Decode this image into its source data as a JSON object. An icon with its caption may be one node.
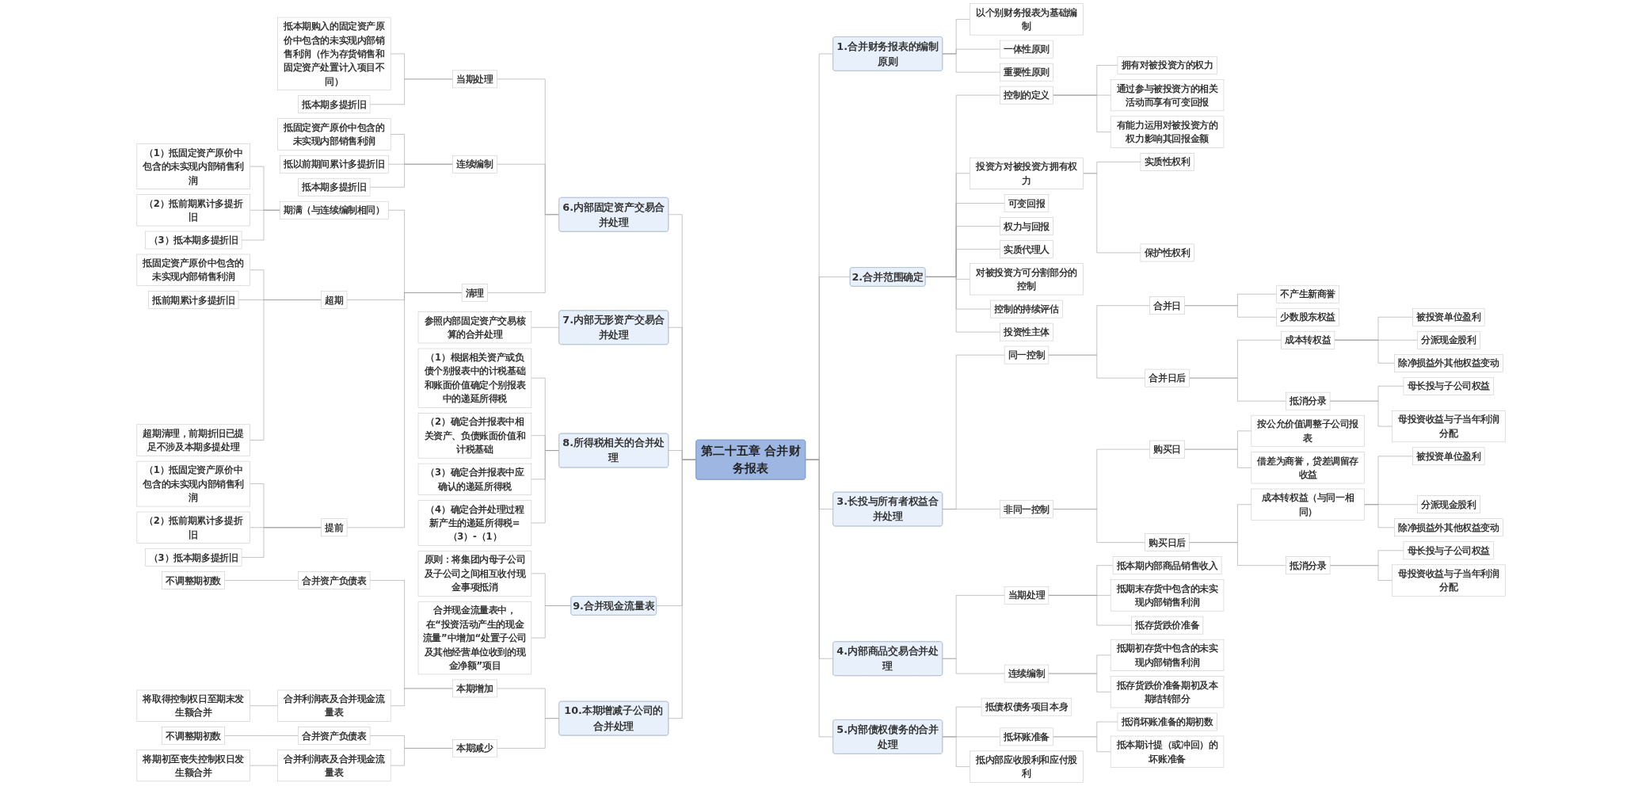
{
  "diagram": {
    "nodes": [
      {
        "text": [
          "第二十五章 合并财务报表"
        ]
      },
      {
        "text": [
          "1.合并财务报表的编制原则"
        ]
      },
      {
        "text": [
          "以个别财务报表为基础编制"
        ]
      },
      {
        "text": [
          "一体性原则"
        ]
      },
      {
        "text": [
          "重要性原则"
        ]
      },
      {
        "text": [
          "2.合并范围确定"
        ]
      },
      {
        "text": [
          "控制的定义"
        ]
      },
      {
        "text": [
          "拥有对被投资方的权力"
        ]
      },
      {
        "text": [
          "通过参与被投资方的相关活动而享有可变回报"
        ]
      },
      {
        "text": [
          "有能力运用对被投资方的权力影响其回报金额"
        ]
      },
      {
        "text": [
          "投资方对被投资方拥有权力"
        ]
      },
      {
        "text": [
          "实质性权利"
        ]
      },
      {
        "text": [
          "保护性权利"
        ]
      },
      {
        "text": [
          "可变回报"
        ]
      },
      {
        "text": [
          "权力与回报"
        ]
      },
      {
        "text": [
          "实质代理人"
        ]
      },
      {
        "text": [
          "对被投资方可分割部分的控制"
        ]
      },
      {
        "text": [
          "控制的持续评估"
        ]
      },
      {
        "text": [
          "投资性主体"
        ]
      },
      {
        "text": [
          "3.长投与所有者权益合并处理"
        ]
      },
      {
        "text": [
          "同一控制"
        ]
      },
      {
        "text": [
          "合并日"
        ]
      },
      {
        "text": [
          "不产生新商誉"
        ]
      },
      {
        "text": [
          "少数股东权益"
        ]
      },
      {
        "text": [
          "合并日后"
        ]
      },
      {
        "text": [
          "成本转权益"
        ]
      },
      {
        "text": [
          "被投资单位盈利"
        ]
      },
      {
        "text": [
          "分派现金股利"
        ]
      },
      {
        "text": [
          "除净损益外其他权益变动"
        ]
      },
      {
        "text": [
          "抵消分录"
        ]
      },
      {
        "text": [
          "母长投与子公司权益"
        ]
      },
      {
        "text": [
          "母投资收益与子当年利润分配"
        ]
      },
      {
        "text": [
          "非同一控制"
        ]
      },
      {
        "text": [
          "购买日"
        ]
      },
      {
        "text": [
          "按公允价值调整子公司报表"
        ]
      },
      {
        "text": [
          "借差为商誉，贷差调留存收益"
        ]
      },
      {
        "text": [
          "购买日后"
        ]
      },
      {
        "text": [
          "成本转权益（与同一相同）"
        ]
      },
      {
        "text": [
          "被投资单位盈利"
        ]
      },
      {
        "text": [
          "分派现金股利"
        ]
      },
      {
        "text": [
          "除净损益外其他权益变动"
        ]
      },
      {
        "text": [
          "抵消分录"
        ]
      },
      {
        "text": [
          "母长投与子公司权益"
        ]
      },
      {
        "text": [
          "母投资收益与子当年利润分配"
        ]
      },
      {
        "text": [
          "4.内部商品交易合并处理"
        ]
      },
      {
        "text": [
          "当期处理"
        ]
      },
      {
        "text": [
          "抵本期内部商品销售收入"
        ]
      },
      {
        "text": [
          "抵期末存货中包含的未实现内部销售利润"
        ]
      },
      {
        "text": [
          "抵存货跌价准备"
        ]
      },
      {
        "text": [
          "连续编制"
        ]
      },
      {
        "text": [
          "抵期初存货中包含的未实现内部销售利润"
        ]
      },
      {
        "text": [
          "抵存货跌价准备期初及本期结转部分"
        ]
      },
      {
        "text": [
          "5.内部债权债务的合并处理"
        ]
      },
      {
        "text": [
          "抵债权债务项目本身"
        ]
      },
      {
        "text": [
          "抵坏账准备"
        ]
      },
      {
        "text": [
          "抵消坏账准备的期初数"
        ]
      },
      {
        "text": [
          "抵本期计提（或冲回）的坏账准备"
        ]
      },
      {
        "text": [
          "抵内部应收股利和应付股利"
        ]
      },
      {
        "text": [
          "6.内部固定资产交易合并处理"
        ]
      },
      {
        "text": [
          "当期处理"
        ]
      },
      {
        "text": [
          "抵本期购入的固定资产原价中包含的未实现内部销售利润（作为存货销售和固定资产处置计入项目不同）"
        ]
      },
      {
        "text": [
          "抵本期多提折旧"
        ]
      },
      {
        "text": [
          "连续编制"
        ]
      },
      {
        "text": [
          "抵固定资产原价中包含的未实现内部销售利润"
        ]
      },
      {
        "text": [
          "抵以前期间累计多提折旧"
        ]
      },
      {
        "text": [
          "抵本期多提折旧"
        ]
      },
      {
        "text": [
          "清理"
        ]
      },
      {
        "text": [
          "期满（与连续编制相同）"
        ]
      },
      {
        "text": [
          "（1）抵固定资产原价中包含的未实现内部销售利润"
        ]
      },
      {
        "text": [
          "（2）抵前期累计多提折旧"
        ]
      },
      {
        "text": [
          "（3）抵本期多提折旧"
        ]
      },
      {
        "text": [
          "超期"
        ]
      },
      {
        "text": [
          "抵固定资产原价中包含的未实现内部销售利润"
        ]
      },
      {
        "text": [
          "抵前期累计多提折旧"
        ]
      },
      {
        "text": [
          "超期清理，前期折旧已提足不涉及本期多提处理"
        ]
      },
      {
        "text": [
          "提前"
        ]
      },
      {
        "text": [
          "（1）抵固定资产原价中包含的未实现内部销售利润"
        ]
      },
      {
        "text": [
          "（2）抵前期累计多提折旧"
        ]
      },
      {
        "text": [
          "（3）抵本期多提折旧"
        ]
      },
      {
        "text": [
          "7.内部无形资产交易合并处理"
        ]
      },
      {
        "text": [
          "参照内部固定资产交易核算的合并处理"
        ]
      },
      {
        "text": [
          "8.所得税相关的合并处理"
        ]
      },
      {
        "text": [
          "（1）根据相关资产或负债个别报表中的计税基础和账面价值确定个别报表中的递延所得税"
        ]
      },
      {
        "text": [
          "（2）确定合并报表中相关资产、负债账面价值和计税基础"
        ]
      },
      {
        "text": [
          "（3）确定合并报表中应确认的递延所得税"
        ]
      },
      {
        "text": [
          "（4）确定合并处理过程新产生的递延所得税=（3）-（1）"
        ]
      },
      {
        "text": [
          "9.合并现金流量表"
        ]
      },
      {
        "text": [
          "原则：将集团内母子公司及子公司之间相互收付现金事项抵消"
        ]
      },
      {
        "text": [
          "合并现金流量表中，在“投资活动产生的现金流量”中增加“处置子公司及其他经营单位收到的现金净额”项目"
        ]
      },
      {
        "text": [
          "10.本期增减子公司的合并处理"
        ]
      },
      {
        "text": [
          "本期增加"
        ]
      },
      {
        "text": [
          "合并资产负债表"
        ]
      },
      {
        "text": [
          "不调整期初数"
        ]
      },
      {
        "text": [
          "合并利润表及合并现金流量表"
        ]
      },
      {
        "text": [
          "将取得控制权日至期末发生额合并"
        ]
      },
      {
        "text": [
          "本期减少"
        ]
      },
      {
        "text": [
          "合并资产负债表"
        ]
      },
      {
        "text": [
          "不调整期初数"
        ]
      },
      {
        "text": [
          "合并利润表及合并现金流量表"
        ]
      },
      {
        "text": [
          "将期初至丧失控制权日发生额合并"
        ]
      }
    ],
    "edges": [
      {
        "from": 0,
        "to": 1,
        "arrow": "none"
      },
      {
        "from": 1,
        "to": 2,
        "arrow": "none"
      },
      {
        "from": 1,
        "to": 3,
        "arrow": "none"
      },
      {
        "from": 1,
        "to": 4,
        "arrow": "none"
      },
      {
        "from": 0,
        "to": 5,
        "arrow": "none"
      },
      {
        "from": 5,
        "to": 6,
        "arrow": "none"
      },
      {
        "from": 6,
        "to": 7,
        "arrow": "none"
      },
      {
        "from": 6,
        "to": 8,
        "arrow": "none"
      },
      {
        "from": 6,
        "to": 9,
        "arrow": "none"
      },
      {
        "from": 5,
        "to": 10,
        "arrow": "none"
      },
      {
        "from": 10,
        "to": 11,
        "arrow": "none"
      },
      {
        "from": 10,
        "to": 12,
        "arrow": "none"
      },
      {
        "from": 5,
        "to": 13,
        "arrow": "none"
      },
      {
        "from": 5,
        "to": 14,
        "arrow": "none"
      },
      {
        "from": 5,
        "to": 15,
        "arrow": "none"
      },
      {
        "from": 5,
        "to": 16,
        "arrow": "none"
      },
      {
        "from": 5,
        "to": 17,
        "arrow": "none"
      },
      {
        "from": 5,
        "to": 18,
        "arrow": "none"
      },
      {
        "from": 0,
        "to": 19,
        "arrow": "none"
      },
      {
        "from": 19,
        "to": 20,
        "arrow": "none"
      },
      {
        "from": 20,
        "to": 21,
        "arrow": "none"
      },
      {
        "from": 21,
        "to": 22,
        "arrow": "none"
      },
      {
        "from": 21,
        "to": 23,
        "arrow": "none"
      },
      {
        "from": 20,
        "to": 24,
        "arrow": "none"
      },
      {
        "from": 24,
        "to": 25,
        "arrow": "none"
      },
      {
        "from": 25,
        "to": 26,
        "arrow": "none"
      },
      {
        "from": 25,
        "to": 27,
        "arrow": "none"
      },
      {
        "from": 25,
        "to": 28,
        "arrow": "none"
      },
      {
        "from": 24,
        "to": 29,
        "arrow": "none"
      },
      {
        "from": 29,
        "to": 30,
        "arrow": "none"
      },
      {
        "from": 29,
        "to": 31,
        "arrow": "none"
      },
      {
        "from": 19,
        "to": 32,
        "arrow": "none"
      },
      {
        "from": 32,
        "to": 33,
        "arrow": "none"
      },
      {
        "from": 33,
        "to": 34,
        "arrow": "none"
      },
      {
        "from": 33,
        "to": 35,
        "arrow": "none"
      },
      {
        "from": 32,
        "to": 36,
        "arrow": "none"
      },
      {
        "from": 36,
        "to": 37,
        "arrow": "none"
      },
      {
        "from": 37,
        "to": 38,
        "arrow": "none"
      },
      {
        "from": 37,
        "to": 39,
        "arrow": "none"
      },
      {
        "from": 37,
        "to": 40,
        "arrow": "none"
      },
      {
        "from": 36,
        "to": 41,
        "arrow": "none"
      },
      {
        "from": 41,
        "to": 42,
        "arrow": "none"
      },
      {
        "from": 41,
        "to": 43,
        "arrow": "none"
      },
      {
        "from": 0,
        "to": 44,
        "arrow": "none"
      },
      {
        "from": 44,
        "to": 45,
        "arrow": "none"
      },
      {
        "from": 45,
        "to": 46,
        "arrow": "none"
      },
      {
        "from": 45,
        "to": 47,
        "arrow": "none"
      },
      {
        "from": 45,
        "to": 48,
        "arrow": "none"
      },
      {
        "from": 44,
        "to": 49,
        "arrow": "none"
      },
      {
        "from": 49,
        "to": 50,
        "arrow": "none"
      },
      {
        "from": 49,
        "to": 51,
        "arrow": "none"
      },
      {
        "from": 0,
        "to": 52,
        "arrow": "none"
      },
      {
        "from": 52,
        "to": 53,
        "arrow": "none"
      },
      {
        "from": 52,
        "to": 54,
        "arrow": "none"
      },
      {
        "from": 54,
        "to": 55,
        "arrow": "none"
      },
      {
        "from": 54,
        "to": 56,
        "arrow": "none"
      },
      {
        "from": 52,
        "to": 57,
        "arrow": "none"
      },
      {
        "from": 58,
        "to": 0,
        "arrow": "none"
      },
      {
        "from": 59,
        "to": 58,
        "arrow": "none"
      },
      {
        "from": 60,
        "to": 59,
        "arrow": "none"
      },
      {
        "from": 61,
        "to": 59,
        "arrow": "none"
      },
      {
        "from": 62,
        "to": 58,
        "arrow": "none"
      },
      {
        "from": 63,
        "to": 62,
        "arrow": "none"
      },
      {
        "from": 64,
        "to": 62,
        "arrow": "none"
      },
      {
        "from": 65,
        "to": 62,
        "arrow": "none"
      },
      {
        "from": 66,
        "to": 58,
        "arrow": "none"
      },
      {
        "from": 67,
        "to": 66,
        "arrow": "none"
      },
      {
        "from": 68,
        "to": 67,
        "arrow": "none"
      },
      {
        "from": 69,
        "to": 67,
        "arrow": "none"
      },
      {
        "from": 70,
        "to": 67,
        "arrow": "none"
      },
      {
        "from": 71,
        "to": 66,
        "arrow": "none"
      },
      {
        "from": 72,
        "to": 71,
        "arrow": "none"
      },
      {
        "from": 73,
        "to": 71,
        "arrow": "none"
      },
      {
        "from": 74,
        "to": 71,
        "arrow": "none"
      },
      {
        "from": 75,
        "to": 66,
        "arrow": "none"
      },
      {
        "from": 76,
        "to": 75,
        "arrow": "none"
      },
      {
        "from": 77,
        "to": 75,
        "arrow": "none"
      },
      {
        "from": 78,
        "to": 75,
        "arrow": "none"
      },
      {
        "from": 79,
        "to": 0,
        "arrow": "none"
      },
      {
        "from": 80,
        "to": 79,
        "arrow": "none"
      },
      {
        "from": 81,
        "to": 0,
        "arrow": "none"
      },
      {
        "from": 82,
        "to": 81,
        "arrow": "none"
      },
      {
        "from": 83,
        "to": 81,
        "arrow": "none"
      },
      {
        "from": 84,
        "to": 81,
        "arrow": "none"
      },
      {
        "from": 85,
        "to": 81,
        "arrow": "none"
      },
      {
        "from": 86,
        "to": 0,
        "arrow": "none"
      },
      {
        "from": 87,
        "to": 86,
        "arrow": "none"
      },
      {
        "from": 88,
        "to": 86,
        "arrow": "none"
      },
      {
        "from": 89,
        "to": 0,
        "arrow": "none"
      },
      {
        "from": 90,
        "to": 89,
        "arrow": "none"
      },
      {
        "from": 91,
        "to": 90,
        "arrow": "none"
      },
      {
        "from": 92,
        "to": 91,
        "arrow": "none"
      },
      {
        "from": 93,
        "to": 90,
        "arrow": "none"
      },
      {
        "from": 94,
        "to": 93,
        "arrow": "none"
      },
      {
        "from": 95,
        "to": 89,
        "arrow": "none"
      },
      {
        "from": 96,
        "to": 95,
        "arrow": "none"
      },
      {
        "from": 97,
        "to": 96,
        "arrow": "none"
      },
      {
        "from": 98,
        "to": 95,
        "arrow": "none"
      },
      {
        "from": 99,
        "to": 98,
        "arrow": "none"
      }
    ]
  }
}
